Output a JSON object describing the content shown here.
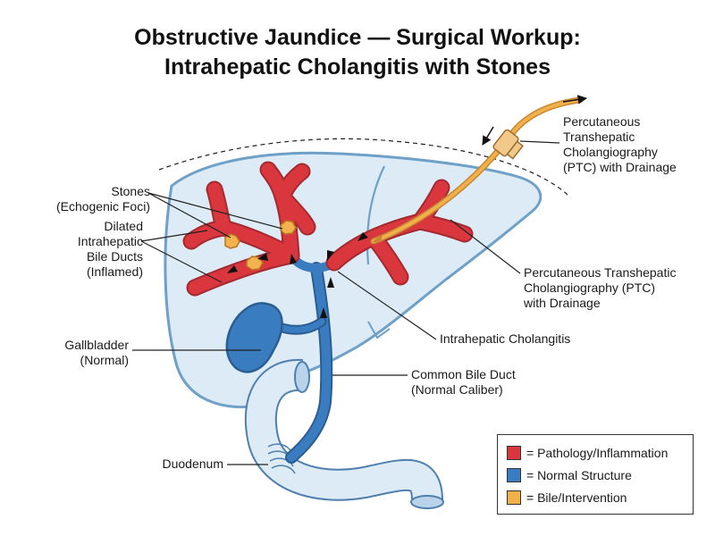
{
  "title": {
    "line1": "Obstructive Jaundice — Surgical Workup:",
    "line2": "Intrahepatic Cholangitis with Stones"
  },
  "labels": {
    "stones": [
      "Stones",
      "(Echogenic Foci)"
    ],
    "dilated": [
      "Dilated",
      "Intrahepatic",
      "Bile Ducts",
      "(Inflamed)"
    ],
    "gallbladder": [
      "Gallbladder",
      "(Normal)"
    ],
    "duodenum": "Duodenum",
    "ptc_top": [
      "Percutaneous",
      "Transhepatic",
      "Cholangiography",
      "(PTC) with Drainage"
    ],
    "ptc_right": [
      "Percutaneous Transhepatic",
      "Cholangiography (PTC)",
      "with Drainage"
    ],
    "cholangitis": "Intrahepatic Cholangitis",
    "cbd": [
      "Common Bile Duct",
      "(Normal Caliber)"
    ]
  },
  "legend": [
    {
      "text": "= Pathology/Inflammation",
      "color": "#d9363e"
    },
    {
      "text": "= Normal Structure",
      "color": "#3a7cc0"
    },
    {
      "text": "= Bile/Intervention",
      "color": "#f0b04a"
    }
  ],
  "colors": {
    "pathology": "#d9363e",
    "normal": "#3a7cc0",
    "bile": "#f0b04a",
    "liver_fill": "#dcebf5",
    "liver_outline": "#6fa0c8"
  }
}
